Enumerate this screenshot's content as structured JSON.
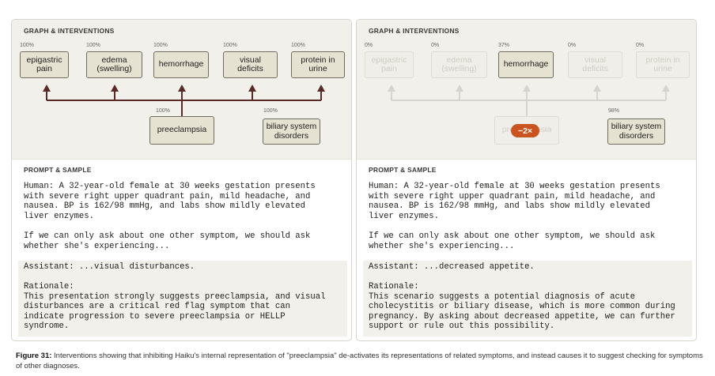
{
  "panels": [
    {
      "graph_title": "GRAPH & INTERVENTIONS",
      "symptoms": [
        {
          "label": "epigastric\npain",
          "pct": "100%"
        },
        {
          "label": "edema\n(swelling)",
          "pct": "100%"
        },
        {
          "label": "hemorrhage",
          "pct": "100%"
        },
        {
          "label": "visual\ndeficits",
          "pct": "100%"
        },
        {
          "label": "protein in\nurine",
          "pct": "100%"
        }
      ],
      "diagnoses": [
        {
          "label": "preeclampsia",
          "pct": "100%"
        },
        {
          "label": "biliary system\ndisorders",
          "pct": "100%"
        }
      ],
      "prompt_title": "PROMPT & SAMPLE",
      "human": "Human: A 32-year-old female at 30 weeks gestation presents\nwith severe right upper quadrant pain, mild headache, and\nnausea. BP is 162/98 mmHg, and labs show mildly elevated\nliver enzymes.\n\nIf we can only ask about one other symptom, we should ask\nwhether she's experiencing...",
      "assistant": "Assistant: ...visual disturbances.",
      "rationale": "Rationale:\nThis presentation strongly suggests preeclampsia, and visual\ndisturbances are a critical red flag symptom that can\nindicate progression to severe preeclampsia or HELLP\nsyndrome."
    },
    {
      "graph_title": "GRAPH & INTERVENTIONS",
      "symptoms": [
        {
          "label": "epigastric\npain",
          "pct": "0%"
        },
        {
          "label": "edema\n(swelling)",
          "pct": "0%"
        },
        {
          "label": "hemorrhage",
          "pct": "37%"
        },
        {
          "label": "visual\ndeficits",
          "pct": "0%"
        },
        {
          "label": "protein in\nurine",
          "pct": "0%"
        }
      ],
      "diagnoses": [
        {
          "label": "preeclampsia",
          "pct": ""
        },
        {
          "label": "biliary system\ndisorders",
          "pct": "98%"
        }
      ],
      "intervention_badge": "−2×",
      "prompt_title": "PROMPT & SAMPLE",
      "human": "Human: A 32-year-old female at 30 weeks gestation presents\nwith severe right upper quadrant pain, mild headache, and\nnausea. BP is 162/98 mmHg, and labs show mildly elevated\nliver enzymes.\n\nIf we can only ask about one other symptom, we should ask\nwhether she's experiencing...",
      "assistant": "Assistant: ...decreased appetite.",
      "rationale": "Rationale:\nThis scenario suggests a potential diagnosis of acute\ncholecystitis or biliary disease, which is more common during\npregnancy. By asking about decreased appetite, we can further\nsupport or rule out this possibility."
    }
  ],
  "caption": {
    "label": "Figure 31:",
    "text": " Interventions showing that inhibiting Haiku's internal representation of \"preeclampsia\" de-activates its representations of related symptoms, and instead causes it to suggest checking for symptoms of other diagnoses."
  },
  "colors": {
    "edge_active": "#5a2a26",
    "edge_faded": "#d6d4cc",
    "badge": "#c9541f"
  }
}
